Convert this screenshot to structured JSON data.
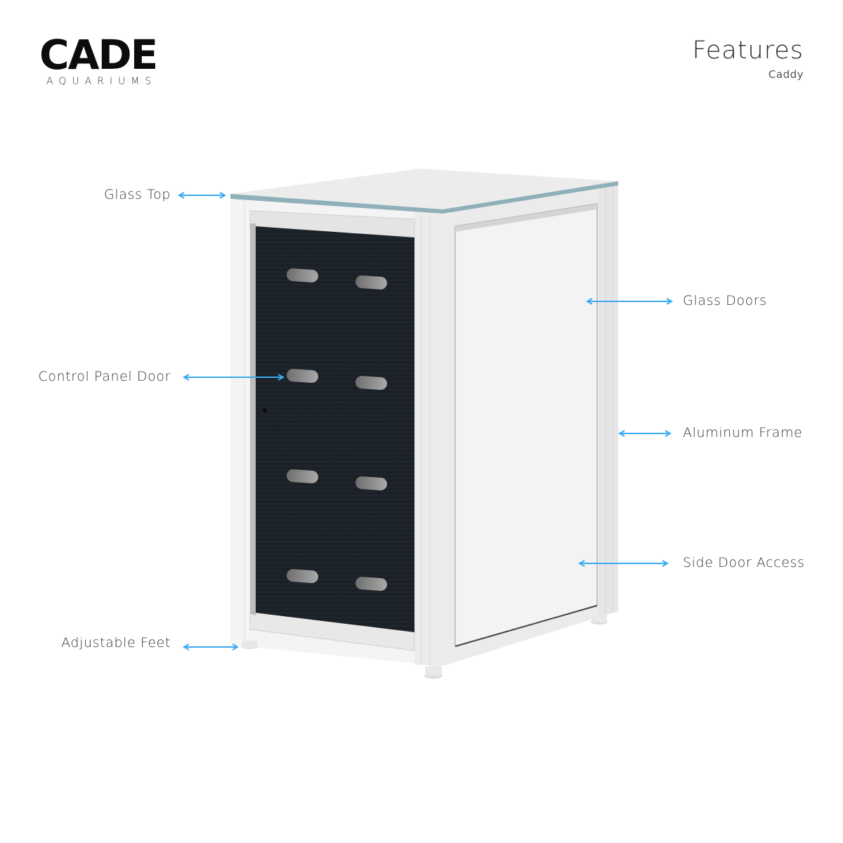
{
  "brand": {
    "logo_word": "CADE",
    "logo_sub": "AQUARIUMS"
  },
  "header": {
    "title": "Features",
    "subtitle": "Caddy"
  },
  "colors": {
    "arrow": "#3aaaf0",
    "cabinet_frame": "#f2f2f2",
    "panel_dark": "#1c2228",
    "glass_edge": "#8fb0b8",
    "text": "#2b2b2b"
  },
  "callouts": [
    {
      "id": "glass-top",
      "label": "Glass Top",
      "side": "left"
    },
    {
      "id": "control-panel-door",
      "label": "Control Panel Door",
      "side": "left"
    },
    {
      "id": "adjustable-feet",
      "label": "Adjustable Feet",
      "side": "left"
    },
    {
      "id": "glass-doors",
      "label": "Glass Doors",
      "side": "right"
    },
    {
      "id": "aluminum-frame",
      "label": "Aluminum Frame",
      "side": "right"
    },
    {
      "id": "side-door-access",
      "label": "Side Door Access",
      "side": "right"
    }
  ]
}
